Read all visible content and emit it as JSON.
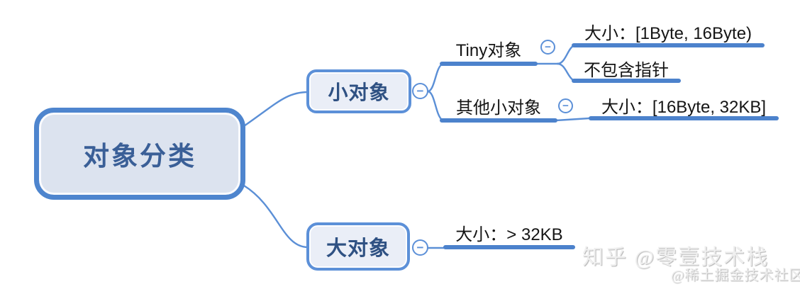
{
  "mindmap": {
    "root": {
      "label": "对象分类"
    },
    "children": [
      {
        "label": "小对象",
        "children": [
          {
            "label": "Tiny对象",
            "children": [
              {
                "label": "大小：[1Byte, 16Byte)"
              },
              {
                "label": "不包含指针"
              }
            ]
          },
          {
            "label": "其他小对象",
            "children": [
              {
                "label": "大小：[16Byte, 32KB]"
              }
            ]
          }
        ]
      },
      {
        "label": "大对象",
        "children": [
          {
            "label": "大小：> 32KB"
          }
        ]
      }
    ]
  },
  "icons": {
    "collapse_glyph": "−"
  },
  "watermarks": {
    "primary": "知乎 @零壹技术栈",
    "secondary": "@稀土掘金技术社区"
  },
  "colors": {
    "canvas": "#ffffff",
    "root_border": "#4e85ce",
    "root_fill": "#dce3ef",
    "root_text": "#3a5f97",
    "node_border": "#5c90d8",
    "node_fill": "#eaeef7",
    "node_text": "#2f5183",
    "line_node_text": "#151515",
    "underline": "#4c82cc",
    "connector": "#5b8fd6",
    "watermark": "#ececec"
  }
}
